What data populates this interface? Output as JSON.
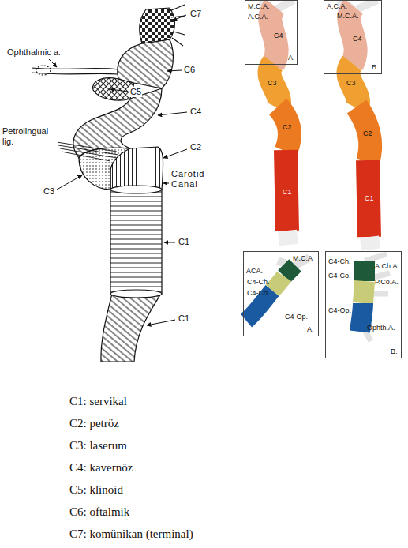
{
  "diagram": {
    "nodes": [
      {
        "text": [
          "M.C.A.",
          "A.C.A.",
          "C4",
          "A."
        ]
      },
      {
        "text": [
          "A.C.A.",
          "M.C.A.",
          "C4",
          "B."
        ]
      },
      {
        "text": [
          "M.C.A",
          "ACA.",
          "C4-Ch.",
          "C4-Co.",
          "C4-Op.",
          "A."
        ]
      },
      {
        "text": [
          "C4-Ch.",
          "A.Ch.A.",
          "C4-Co.",
          "P.Co.A.",
          "C4-Op.",
          "Ophth.A.",
          "B."
        ]
      }
    ],
    "labels": [
      "C7",
      "Ophthalmic a.",
      "C6",
      "C5",
      "C4",
      "Petrolingual lig.",
      "C3",
      "C2",
      "Carotid Canal",
      "C1",
      "C1",
      "C3",
      "C2",
      "C1",
      "C3",
      "C2",
      "C1",
      "C1: servikal",
      "C2: petröz",
      "C3: laserum",
      "C4: kavernöz",
      "C5: klinoid",
      "C6: oftalmik",
      "C7: komünikan (terminal)"
    ]
  }
}
